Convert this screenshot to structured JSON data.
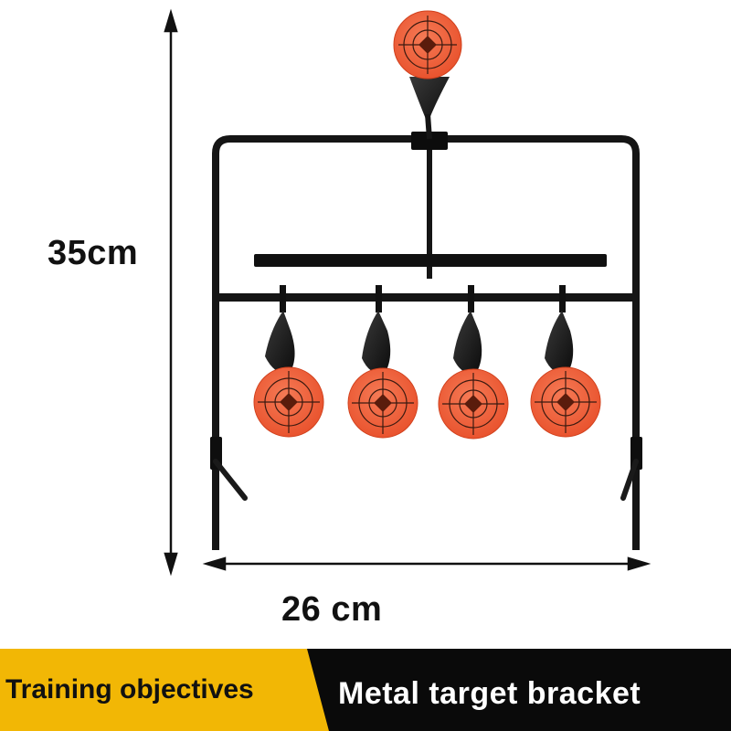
{
  "dimensions": {
    "height_label": "35cm",
    "width_label": "26 cm"
  },
  "banner": {
    "left_text": "Training objectives",
    "right_text": "Metal target bracket",
    "left_color": "#f2b705",
    "right_color": "#0a0a0a"
  },
  "product": {
    "frame_color": "#151515",
    "target_color": "#f0603a",
    "target_count": 5
  }
}
